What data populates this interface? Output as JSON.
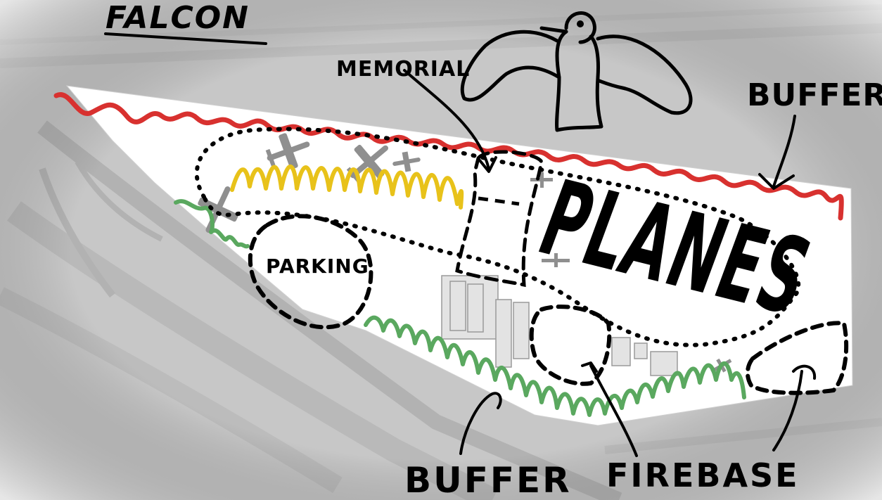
{
  "labels": {
    "title": "FALCON",
    "memorial": "MEMORIAL",
    "buffer_top": "BUFFER",
    "planes": "PLANES",
    "parking": "PARKING",
    "buffer_bottom": "BUFFER",
    "firebase": "FIREBASE"
  },
  "colors": {
    "red_buffer": "#d8312f",
    "yellow_zone": "#e8c21a",
    "green_buffer": "#5aa85f",
    "ink": "#000000",
    "site_fill": "#ffffff",
    "aerial_gray": "#c9c9c9"
  }
}
